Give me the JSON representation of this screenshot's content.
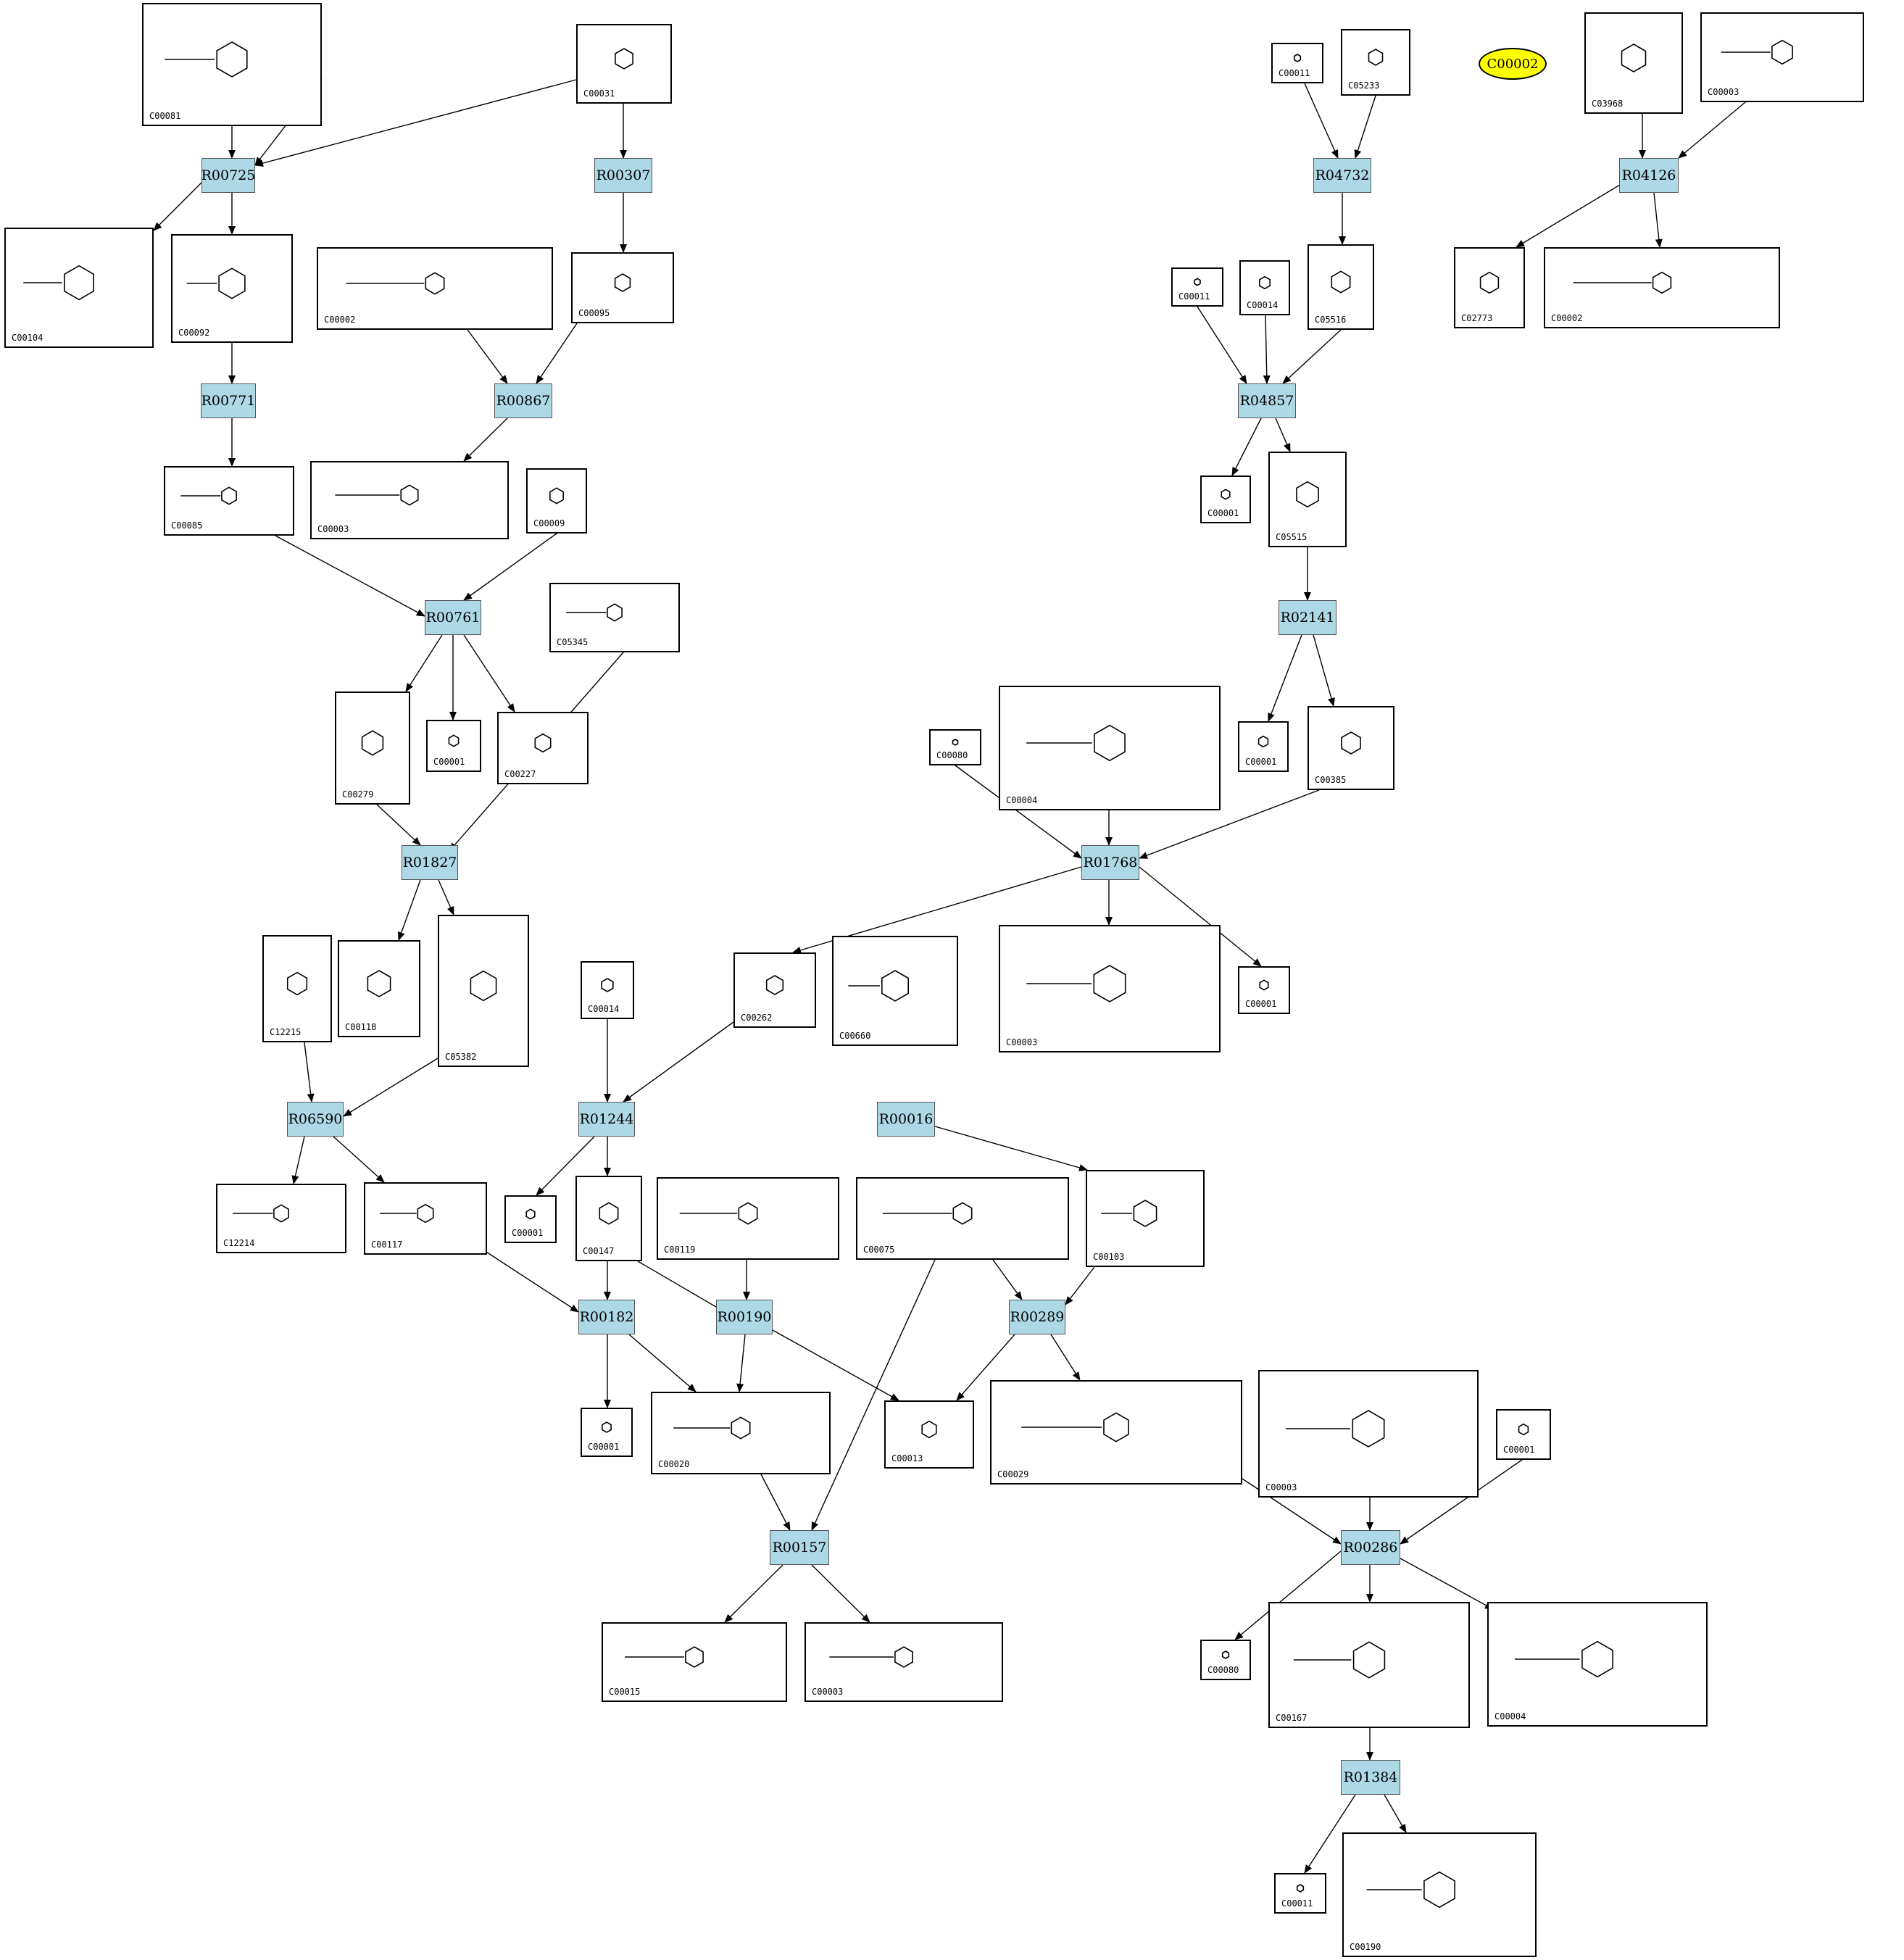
{
  "colors": {
    "reaction_fill": "#add8e6",
    "highlight_fill": "#ffff00",
    "edge": "#000000"
  },
  "highlight": {
    "id": "C00002"
  },
  "reactions": [
    "R00725",
    "R00307",
    "R00771",
    "R00867",
    "R00761",
    "R01827",
    "R06590",
    "R01244",
    "R00016",
    "R00182",
    "R00190",
    "R00289",
    "R00157",
    "R04732",
    "R04126",
    "R04857",
    "R02141",
    "R01768",
    "R00286",
    "R01384"
  ],
  "compounds": [
    {
      "id": "C00081",
      "icon": "purine-triphosphate"
    },
    {
      "id": "C00031",
      "icon": "pyranose"
    },
    {
      "id": "C00104",
      "icon": "purine-diphosphate"
    },
    {
      "id": "C00092",
      "icon": "pyranose-phosphate"
    },
    {
      "id": "C00095",
      "icon": "furanose"
    },
    {
      "id": "C00002",
      "icon": "adenine-triphosphate"
    },
    {
      "id": "C00085",
      "icon": "furanose-phosphate"
    },
    {
      "id": "C00003",
      "icon": "adenine-diphosphate"
    },
    {
      "id": "C00009",
      "icon": "phosphate"
    },
    {
      "id": "C05345",
      "icon": "furanose-phosphate"
    },
    {
      "id": "C00279",
      "icon": "chain-phosphate"
    },
    {
      "id": "C00001",
      "icon": "water"
    },
    {
      "id": "C00227",
      "icon": "acetyl-phosphate"
    },
    {
      "id": "C12215",
      "icon": "chain-phosphate"
    },
    {
      "id": "C00118",
      "icon": "chain-phosphate"
    },
    {
      "id": "C05382",
      "icon": "chain-phosphate"
    },
    {
      "id": "C00014",
      "icon": "ammonia"
    },
    {
      "id": "C00262",
      "icon": "purine"
    },
    {
      "id": "C00660",
      "icon": "pyranose-diphosphate"
    },
    {
      "id": "C12214",
      "icon": "furanose-phosphate"
    },
    {
      "id": "C00117",
      "icon": "furanose-phosphate"
    },
    {
      "id": "C00147",
      "icon": "adenine"
    },
    {
      "id": "C00119",
      "icon": "furanose-diphosphate"
    },
    {
      "id": "C00075",
      "icon": "uridine-triphosphate"
    },
    {
      "id": "C00103",
      "icon": "pyranose-phosphate"
    },
    {
      "id": "C00020",
      "icon": "adenine-monophosphate"
    },
    {
      "id": "C00013",
      "icon": "diphosphate"
    },
    {
      "id": "C00029",
      "icon": "sugar-nucleotide"
    },
    {
      "id": "C00015",
      "icon": "uridine-diphosphate"
    },
    {
      "id": "C00011",
      "icon": "co2"
    },
    {
      "id": "C05233",
      "icon": "imidazole"
    },
    {
      "id": "C03968",
      "icon": "glycerol-phosphate"
    },
    {
      "id": "C05516",
      "icon": "imidazole"
    },
    {
      "id": "C02773",
      "icon": "glycerol"
    },
    {
      "id": "C05515",
      "icon": "imidazole"
    },
    {
      "id": "C00080",
      "icon": "proton"
    },
    {
      "id": "C00004",
      "icon": "dinucleotide"
    },
    {
      "id": "C00385",
      "icon": "purine"
    },
    {
      "id": "C00167",
      "icon": "sugar-nucleotide"
    },
    {
      "id": "C00190",
      "icon": "sugar-nucleotide"
    }
  ]
}
